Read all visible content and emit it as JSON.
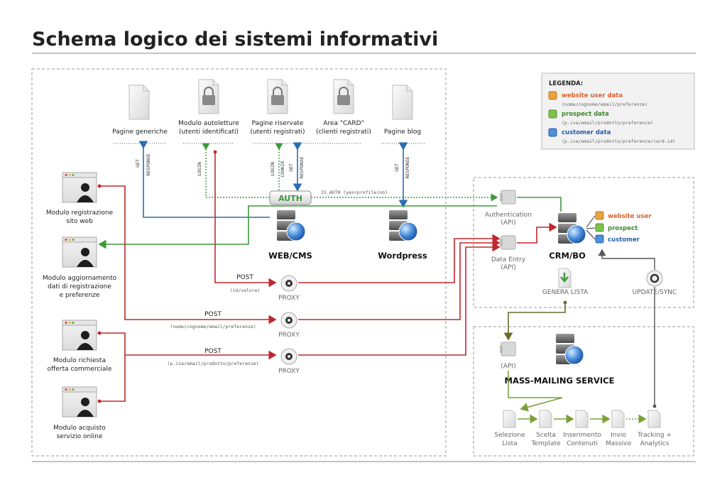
{
  "title": "Schema logico dei sistemi informativi",
  "pages": {
    "generic": "Pagine generiche",
    "autoletture_1": "Modulo autoletture",
    "autoletture_2": "(utenti identificati)",
    "riservate_1": "Pagine riservate",
    "riservate_2": "(utenti registrati)",
    "card_1": "Area \"CARD\"",
    "card_2": "(clienti registrati)",
    "blog": "Pagine blog"
  },
  "forms": {
    "registrazione_1": "Modulo registrazione",
    "registrazione_2": "sito web",
    "aggiornamento_1": "Modulo aggiornamento",
    "aggiornamento_2": "dati di registrazione",
    "aggiornamento_3": "e preferenze",
    "offerta_1": "Modulo richiesta",
    "offerta_2": "offerta commerciale",
    "acquisto_1": "Modulo acquisto",
    "acquisto_2": "servizio online"
  },
  "flows": {
    "get": "GET",
    "response": "RESPONSE",
    "login": "LOGIN",
    "cookie": "COOKIE",
    "is_auth": "IS_AUTH (yes+profile|no)",
    "post": "POST",
    "post1_data": "(id/valore)",
    "post2_data": "(nome/cognome/email/preferenze)",
    "post3_data": "(p.iva/email/prodotto/preferenze)"
  },
  "nodes": {
    "auth": "AUTH",
    "web_cms": "WEB/CMS",
    "wordpress": "Wordpress",
    "proxy": "PROXY",
    "authentication_1": "Authentication",
    "authentication_2": "(API)",
    "data_entry_1": "Data Entry",
    "data_entry_2": "(API)",
    "crm": "CRM/BO",
    "genera_lista": "GENERA LISTA",
    "update_sync": "UPDATE/SYNC",
    "mm_api": "(API)",
    "mass_mailing": "MASS-MAILING SERVICE"
  },
  "crm_data": {
    "website_user": "website user",
    "prospect": "prospect",
    "customer": "customer"
  },
  "steps": [
    {
      "l1": "Selezione",
      "l2": "Lista"
    },
    {
      "l1": "Scelta",
      "l2": "Template"
    },
    {
      "l1": "Inserimento",
      "l2": "Contenuti"
    },
    {
      "l1": "Invio",
      "l2": "Massivo"
    },
    {
      "l1": "Tracking +",
      "l2": "Analytics"
    }
  ],
  "legend": {
    "title": "LEGENDA:",
    "items": [
      {
        "label": "website user data",
        "sub": "(nome/cognome/email/preferenze)",
        "color": "#e8a33c",
        "text_color": "#d9622b"
      },
      {
        "label": "prospect data",
        "sub": "(p.iva/email/prodotto/preferenze)",
        "color": "#7cc34a",
        "text_color": "#3d8a2e"
      },
      {
        "label": "customer data",
        "sub": "(p.iva/email/prodotto/preferenze/card-id)",
        "color": "#4f8fd6",
        "text_color": "#2a5fa8"
      }
    ]
  },
  "colors": {
    "red": "#c0282d",
    "green": "#3d9a3a",
    "blue": "#2b6cb5",
    "olive": "#6b7a2a",
    "dark": "#555555"
  }
}
